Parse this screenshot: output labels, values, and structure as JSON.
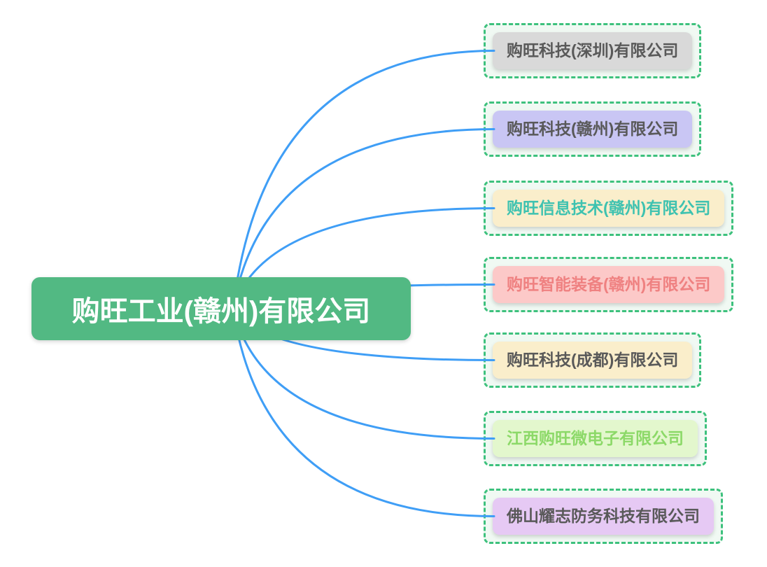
{
  "diagram": {
    "root": {
      "label": "购旺工业(赣州)有限公司",
      "bg_color": "#52b983",
      "text_color": "#ffffff"
    },
    "children": [
      {
        "label": "购旺科技(深圳)有限公司",
        "bg_color": "#d9d9d9",
        "text_color": "#595959"
      },
      {
        "label": "购旺科技(赣州)有限公司",
        "bg_color": "#c9c6f4",
        "text_color": "#595959"
      },
      {
        "label": "购旺信息技术(赣州)有限公司",
        "bg_color": "#faeecb",
        "text_color": "#3ec2b0"
      },
      {
        "label": "购旺智能装备(赣州)有限公司",
        "bg_color": "#fcc9c8",
        "text_color": "#ef8181"
      },
      {
        "label": "购旺科技(成都)有限公司",
        "bg_color": "#faeecb",
        "text_color": "#595959"
      },
      {
        "label": "江西购旺微电子有限公司",
        "bg_color": "#e3f7cd",
        "text_color": "#8cd968"
      },
      {
        "label": "佛山耀志防务科技有限公司",
        "bg_color": "#e6c9f4",
        "text_color": "#595959"
      }
    ],
    "connector_color": "#3f9ef6",
    "selection_border_color": "#3dc17d",
    "selection_fill_color": "#f0f9f3",
    "canvas_bg": "#ffffff"
  }
}
